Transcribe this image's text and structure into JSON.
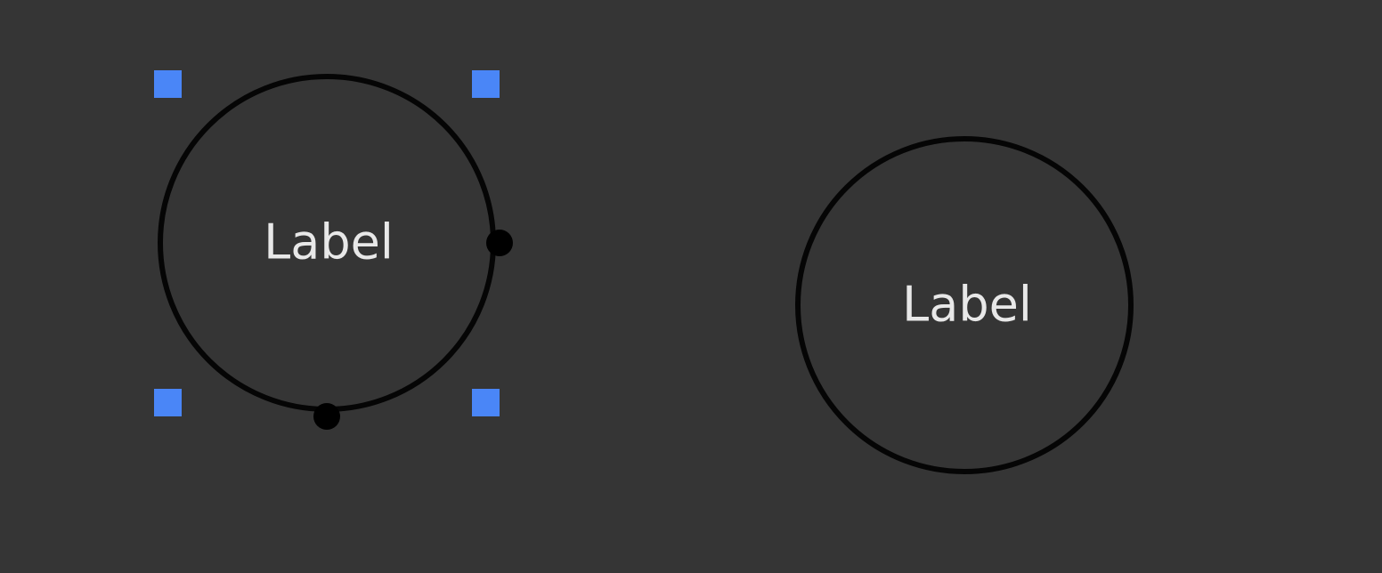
{
  "canvas": {
    "background": "#353535"
  },
  "nodes": [
    {
      "label": "Label",
      "selected": true,
      "stroke_color": "#000000",
      "text_color": "#e8e8e8"
    },
    {
      "label": "Label",
      "selected": false,
      "stroke_color": "#000000",
      "text_color": "#e8e8e8"
    }
  ],
  "selection": {
    "handle_color": "#4a86f7",
    "connection_point_color": "#000000",
    "resize_handles": [
      "top-left",
      "top-right",
      "bottom-left",
      "bottom-right"
    ],
    "connection_points": [
      "right",
      "bottom"
    ]
  }
}
